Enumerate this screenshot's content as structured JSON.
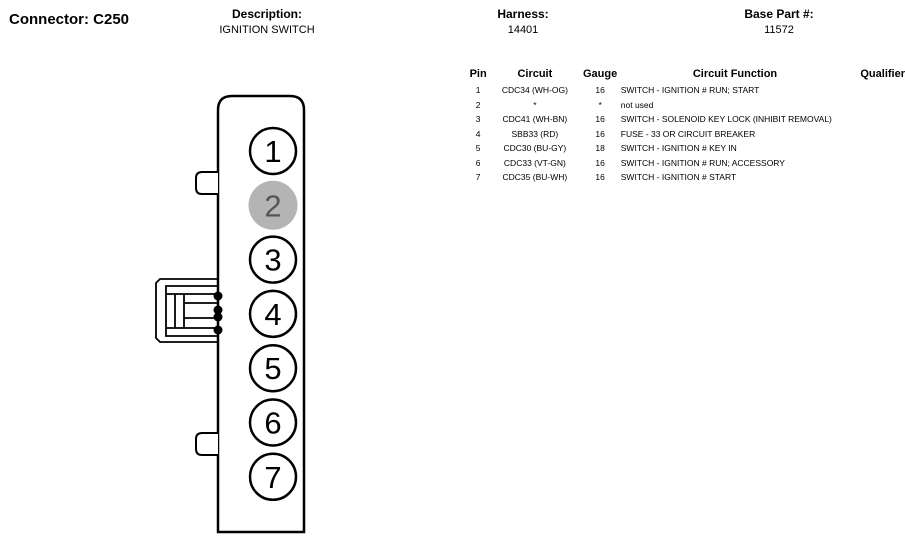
{
  "connector": {
    "title": "Connector: C250"
  },
  "header": {
    "description_label": "Description:",
    "description_value": "IGNITION SWITCH",
    "harness_label": "Harness:",
    "harness_value": "14401",
    "basepart_label": "Base Part #:",
    "basepart_value": "11572"
  },
  "table": {
    "columns": [
      "Pin",
      "Circuit",
      "Gauge",
      "Circuit Function",
      "Qualifier"
    ],
    "rows": [
      {
        "pin": "1",
        "circuit": "CDC34 (WH-OG)",
        "gauge": "16",
        "function": "SWITCH - IGNITION # RUN; START",
        "qualifier": ""
      },
      {
        "pin": "2",
        "circuit": "*",
        "gauge": "*",
        "function": "not used",
        "qualifier": ""
      },
      {
        "pin": "3",
        "circuit": "CDC41 (WH-BN)",
        "gauge": "16",
        "function": "SWITCH - SOLENOID KEY LOCK (INHIBIT REMOVAL)",
        "qualifier": ""
      },
      {
        "pin": "4",
        "circuit": "SBB33 (RD)",
        "gauge": "16",
        "function": "FUSE - 33 OR CIRCUIT BREAKER",
        "qualifier": ""
      },
      {
        "pin": "5",
        "circuit": "CDC30 (BU-GY)",
        "gauge": "18",
        "function": "SWITCH - IGNITION # KEY IN",
        "qualifier": ""
      },
      {
        "pin": "6",
        "circuit": "CDC33 (VT-GN)",
        "gauge": "16",
        "function": "SWITCH - IGNITION # RUN; ACCESSORY",
        "qualifier": ""
      },
      {
        "pin": "7",
        "circuit": "CDC35 (BU-WH)",
        "gauge": "16",
        "function": "SWITCH - IGNITION # START",
        "qualifier": ""
      }
    ]
  },
  "connector_face": {
    "pins": [
      {
        "label": "1",
        "used": true
      },
      {
        "label": "2",
        "used": false
      },
      {
        "label": "3",
        "used": true
      },
      {
        "label": "4",
        "used": true
      },
      {
        "label": "5",
        "used": true
      },
      {
        "label": "6",
        "used": true
      },
      {
        "label": "7",
        "used": true
      }
    ],
    "unused_pin_color": "#b4b4b4"
  }
}
